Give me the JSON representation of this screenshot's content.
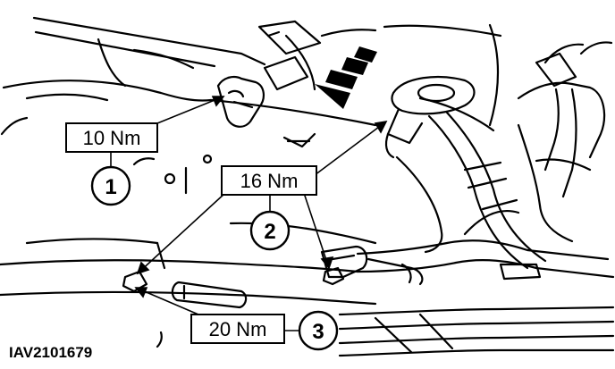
{
  "labels": {
    "torque_1": "10 Nm",
    "torque_2": "16 Nm",
    "torque_3": "20 Nm"
  },
  "callouts": {
    "c1": "1",
    "c2": "2",
    "c3": "3"
  },
  "figure_code": "IAV2101679"
}
